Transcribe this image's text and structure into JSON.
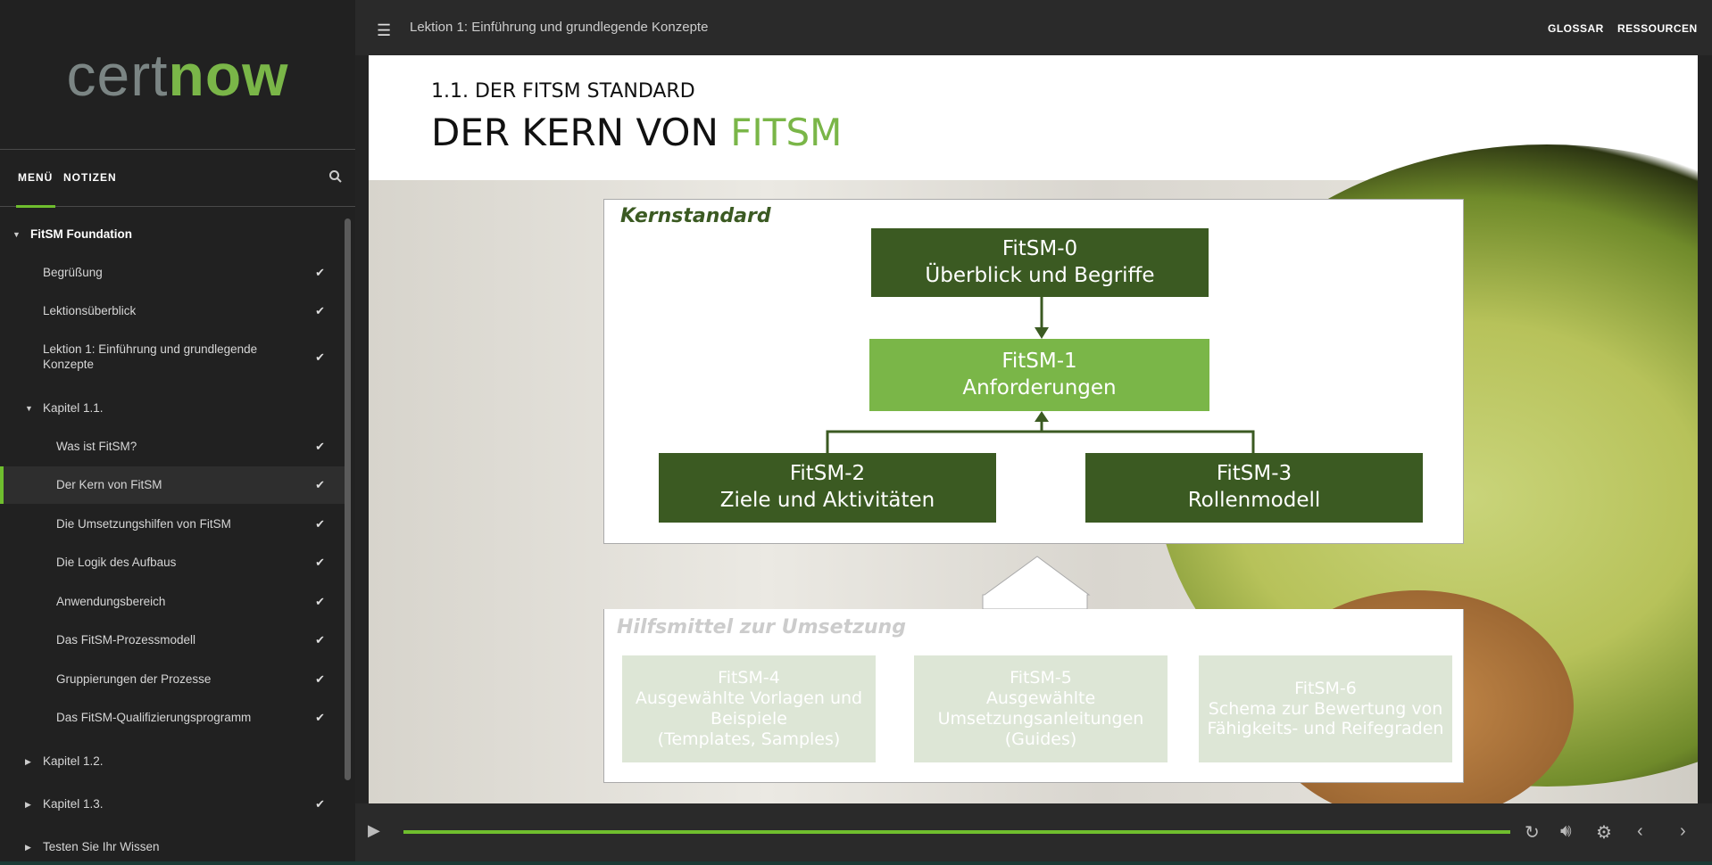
{
  "logo": {
    "part1": "cert",
    "part2": "now"
  },
  "sidebar": {
    "tabs": [
      "MENÜ",
      "NOTIZEN"
    ],
    "items": [
      {
        "label": "FitSM Foundation",
        "level": 0,
        "expanded": true,
        "done": false
      },
      {
        "label": "Begrüßung",
        "level": 1,
        "done": true
      },
      {
        "label": "Lektionsüberblick",
        "level": 1,
        "done": true
      },
      {
        "label": "Lektion 1: Einführung und grundlegende Konzepte",
        "level": 1,
        "done": true
      },
      {
        "label": "Kapitel 1.1.",
        "level": 1,
        "expanded": true,
        "done": false
      },
      {
        "label": "Was ist FitSM?",
        "level": 2,
        "done": true
      },
      {
        "label": "Der Kern von FitSM",
        "level": 2,
        "done": true,
        "active": true
      },
      {
        "label": "Die Umsetzungshilfen von FitSM",
        "level": 2,
        "done": true
      },
      {
        "label": "Die Logik des Aufbaus",
        "level": 2,
        "done": true
      },
      {
        "label": "Anwendungsbereich",
        "level": 2,
        "done": true
      },
      {
        "label": "Das FitSM-Prozessmodell",
        "level": 2,
        "done": true
      },
      {
        "label": "Gruppierungen der Prozesse",
        "level": 2,
        "done": true
      },
      {
        "label": "Das FitSM-Qualifizierungsprogramm",
        "level": 2,
        "done": true
      },
      {
        "label": "Kapitel 1.2.",
        "level": 1,
        "expanded": false,
        "done": false
      },
      {
        "label": "Kapitel 1.3.",
        "level": 1,
        "expanded": false,
        "done": true
      },
      {
        "label": "Testen Sie Ihr Wissen",
        "level": 1,
        "expanded": false,
        "done": false
      }
    ]
  },
  "topbar": {
    "lesson": "Lektion 1: Einführung und grundlegende Konzepte",
    "glossary": "GLOSSAR",
    "resources": "RESSOURCEN"
  },
  "slide": {
    "subtitle": "1.1. DER FITSM STANDARD",
    "title_prefix": "DER KERN VON ",
    "title_accent": "FITSM",
    "core_label": "Kernstandard",
    "nodes": {
      "f0": {
        "name": "FitSM-0",
        "desc": "Überblick und Begriffe"
      },
      "f1": {
        "name": "FitSM-1",
        "desc": "Anforderungen"
      },
      "f2": {
        "name": "FitSM-2",
        "desc": "Ziele und Aktivitäten"
      },
      "f3": {
        "name": "FitSM-3",
        "desc": "Rollenmodell"
      }
    },
    "aids_label": "Hilfsmittel zur Umsetzung",
    "aids": [
      {
        "name": "FitSM-4",
        "lines": [
          "Ausgewählte Vorlagen und",
          "Beispiele",
          "(Templates, Samples)"
        ]
      },
      {
        "name": "FitSM-5",
        "lines": [
          "Ausgewählte",
          "Umsetzungsanleitungen",
          "(Guides)"
        ]
      },
      {
        "name": "FitSM-6",
        "lines": [
          "Schema zur Bewertung von",
          "Fähigkeits- und Reifegraden",
          ""
        ]
      }
    ]
  },
  "player": {
    "progress": 1.0
  },
  "colors": {
    "accent": "#6fbe2e",
    "dark_green": "#3b5a22",
    "light_green": "#7ab648"
  }
}
